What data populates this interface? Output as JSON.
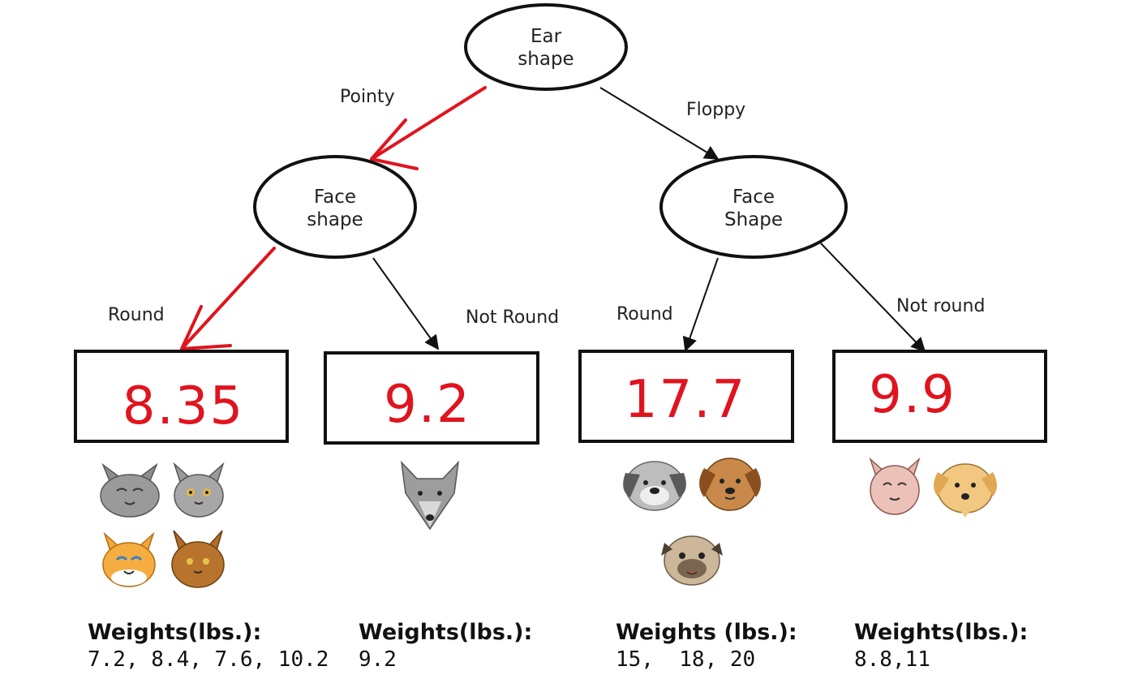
{
  "root": {
    "line1": "Ear",
    "line2": "shape"
  },
  "left_node": {
    "line1": "Face",
    "line2": "shape"
  },
  "right_node": {
    "line1": "Face",
    "line2": "Shape"
  },
  "edges": {
    "pointy": "Pointy",
    "floppy": "Floppy",
    "left_round": "Round",
    "left_not_round": "Not Round",
    "right_round": "Round",
    "right_not_round": "Not round"
  },
  "leaves": [
    {
      "value": "8.35",
      "weights_title": "Weights(lbs.):",
      "weights": "7.2, 8.4, 7.6, 10.2",
      "animals": [
        "gray-cat",
        "gray-cat",
        "orange-cat",
        "brown-cat"
      ]
    },
    {
      "value": "9.2",
      "weights_title": "Weights(lbs.):",
      "weights": "9.2",
      "animals": [
        "gray-wolf"
      ]
    },
    {
      "value": "17.7",
      "weights_title": "Weights (lbs.):",
      "weights": "15,  18, 20",
      "animals": [
        "gray-dog",
        "brown-dog",
        "pug-dog"
      ]
    },
    {
      "value": "9.9",
      "weights_title": "Weights(lbs.):",
      "weights": "8.8,11",
      "animals": [
        "pink-cat",
        "yellow-dog"
      ]
    }
  ],
  "colors": {
    "highlight": "#e0141e",
    "line": "#111111"
  }
}
